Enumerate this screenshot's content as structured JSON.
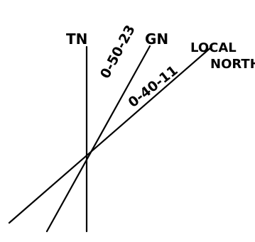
{
  "labels": {
    "true_north": "TN",
    "grid_north": "GN",
    "local_north_line1": "LOCAL",
    "local_north_line2": "NORTH",
    "gn_angle": "0-50-23",
    "local_angle": "0-40-11"
  },
  "colors": {
    "ink": "#000000",
    "background": "#ffffff"
  }
}
